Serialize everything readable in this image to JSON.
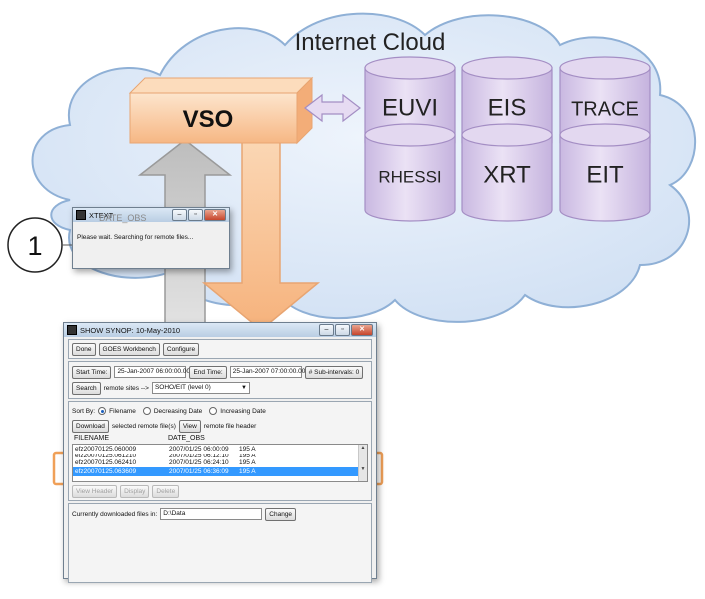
{
  "cloud": {
    "label": "Internet Cloud"
  },
  "vso": {
    "label": "VSO"
  },
  "step": {
    "label": "1"
  },
  "archives": [
    {
      "label": "EUVI"
    },
    {
      "label": "EIS"
    },
    {
      "label": "TRACE"
    },
    {
      "label": "RHESSI"
    },
    {
      "label": "XRT"
    },
    {
      "label": "EIT"
    }
  ],
  "colors": {
    "cloud_fill": "#dbe7f6",
    "cloud_stroke": "#8fb0d6",
    "cylinder_fill": "#ddd0ec",
    "cylinder_stroke": "#a48ec4",
    "vso_fill": "#f8c89c",
    "arrow_orange": "#f9c89b",
    "arrow_gray": "#c8c8c8",
    "highlight": "#f0a058"
  },
  "xtext_window": {
    "title": "XTEXT",
    "ghost_text": "DATE_OBS",
    "message": "Please wait.  Searching for remote files..."
  },
  "synop_window": {
    "title": "SHOW SYNOP: 10-May-2010",
    "toolbar": {
      "done": "Done",
      "goes": "GOES Workbench",
      "configure": "Configure"
    },
    "time": {
      "start_label": "Start Time:",
      "start_value": "25-Jan-2007 06:00:00.000",
      "end_label": "End Time:",
      "end_value": "25-Jan-2007 07:00:00.000",
      "subintervals": "# Sub-intervals: 0"
    },
    "search": {
      "button": "Search",
      "label": "remote sites -->",
      "site": "SOHO/EIT (level 0)"
    },
    "sort": {
      "label": "Sort By:",
      "filename": "Filename",
      "dec": "Decreasing Date",
      "inc": "Increasing Date"
    },
    "download": {
      "button": "Download",
      "label": "selected remote file(s)",
      "view": "View",
      "view_label": "remote file header"
    },
    "list_headers": {
      "filename": "FILENAME",
      "date": "DATE_OBS"
    },
    "rows": [
      {
        "file": "efz20070125.060009",
        "date": "2007/01/25 06:00:09",
        "wl": "195 A"
      },
      {
        "file": "efz20070125.061210",
        "date": "2007/01/25 06:12:10",
        "wl": "195 A"
      },
      {
        "file": "efz20070125.062410",
        "date": "2007/01/25 06:24:10",
        "wl": "195 A"
      },
      {
        "file": "efz20070125.063609",
        "date": "2007/01/25 06:36:09",
        "wl": "195 A"
      }
    ],
    "actions": {
      "view_header": "View Header",
      "display": "Display",
      "delete": "Delete"
    },
    "footer": {
      "label": "Currently downloaded files in:",
      "path": "D:\\Data",
      "change": "Change"
    }
  }
}
